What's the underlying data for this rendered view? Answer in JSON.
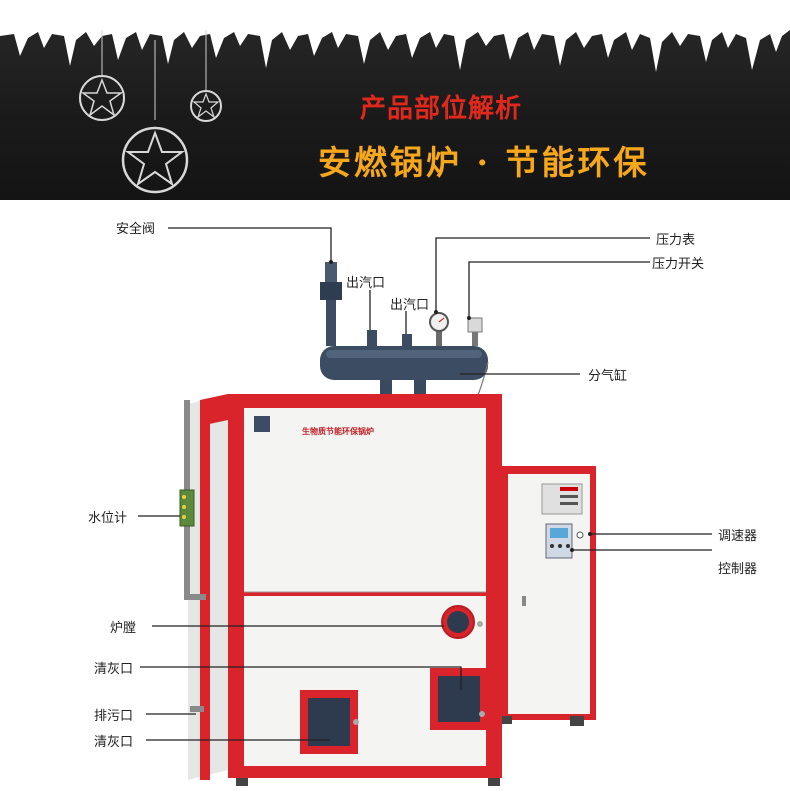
{
  "banner": {
    "title": "产品部位解析",
    "subtitle": "安燃锅炉 · 节能环保"
  },
  "boiler": {
    "nameplate": "生物质节能环保锅炉"
  },
  "callouts": {
    "safety_valve": "安全阀",
    "steam_outlet_1": "出汽口",
    "steam_outlet_2": "出汽口",
    "pressure_gauge": "压力表",
    "pressure_switch": "压力开关",
    "steam_header": "分气缸",
    "water_level_gauge": "水位计",
    "speed_controller": "调速器",
    "controller": "控制器",
    "furnace": "炉膛",
    "ash_port_1": "清灰口",
    "drain_port": "排污口",
    "ash_port_2": "清灰口"
  },
  "colors": {
    "banner_bg": "#1a1a1a",
    "title": "#e0281c",
    "subtitle": "#f6a71c",
    "boiler_red": "#d8242a",
    "panel_white": "#f4f4f2"
  }
}
